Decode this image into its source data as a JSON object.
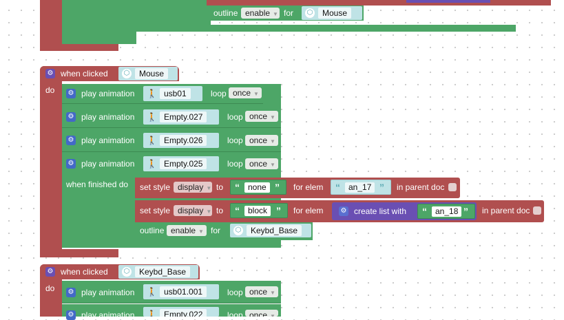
{
  "top_block": {
    "outline_label": "outline",
    "outline_value": "enable",
    "for_label": "for",
    "object": "Mouse"
  },
  "mouse_event": {
    "when_clicked": "when clicked",
    "object": "Mouse",
    "do_label": "do",
    "animations": [
      {
        "label": "play animation",
        "name": "usb01",
        "loop_label": "loop",
        "loop": "once"
      },
      {
        "label": "play animation",
        "name": "Empty.027",
        "loop_label": "loop",
        "loop": "once"
      },
      {
        "label": "play animation",
        "name": "Empty.026",
        "loop_label": "loop",
        "loop": "once"
      },
      {
        "label": "play animation",
        "name": "Empty.025",
        "loop_label": "loop",
        "loop": "once"
      }
    ],
    "when_finished": "when finished do",
    "style1": {
      "set_style": "set style",
      "property": "display",
      "to": "to",
      "value": "none",
      "for_elem": "for elem",
      "elem": "an_17",
      "in_parent": "in parent doc"
    },
    "style2": {
      "set_style": "set style",
      "property": "display",
      "to": "to",
      "value": "block",
      "for_elem": "for elem",
      "create_list": "create list with",
      "elem": "an_18",
      "in_parent": "in parent doc"
    },
    "outline": {
      "label": "outline",
      "value": "enable",
      "for_label": "for",
      "object": "Keybd_Base"
    }
  },
  "keybd_event": {
    "when_clicked": "when clicked",
    "object": "Keybd_Base",
    "do_label": "do",
    "animations": [
      {
        "label": "play animation",
        "name": "usb01.001",
        "loop_label": "loop",
        "loop": "once"
      },
      {
        "label": "play animation",
        "name": "Empty.022",
        "loop_label": "loop",
        "loop": "once"
      }
    ]
  },
  "colors": {
    "event": "#b04f4f",
    "action": "#4da667",
    "object_pill": "#bfe3e6",
    "list": "#6a4fb3",
    "gear": "#4369c7"
  },
  "icons": {
    "event": "gear-icon",
    "animation": "walking-figure-icon",
    "object": "cube-icon",
    "dropdown": "dropdown-arrow-icon"
  }
}
